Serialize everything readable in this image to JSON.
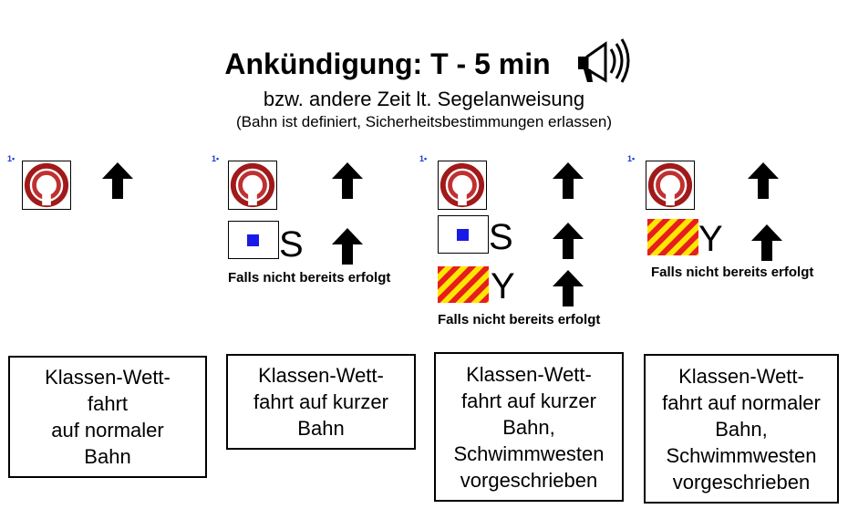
{
  "header": {
    "title": "Ankündigung:  T - 5 min",
    "subtitle": "bzw. andere Zeit lt. Segelanweisung",
    "note": "(Bahn ist definiert, Sicherheitsbestimmungen erlassen)",
    "horn_icon": "megaphone-icon"
  },
  "columns": [
    {
      "marker": "1•",
      "box": "Klassen-Wett-\nfahrt\nauf normaler\nBahn"
    },
    {
      "marker": "1•",
      "s_letter": "S",
      "note": "Falls nicht bereits erfolgt",
      "box": "Klassen-Wett-\nfahrt auf kurzer\nBahn"
    },
    {
      "marker": "1•",
      "s_letter": "S",
      "y_letter": "Y",
      "note": "Falls nicht bereits erfolgt",
      "box": "Klassen-Wett-\nfahrt auf kurzer\nBahn,\nSchwimmwesten\nvorgeschrieben"
    },
    {
      "marker": "1•",
      "y_letter": "Y",
      "note": "Falls nicht bereits erfolgt",
      "box": "Klassen-Wett-\nfahrt auf normaler\nBahn,\nSchwimmwesten\nvorgeschrieben"
    }
  ],
  "colors": {
    "class_flag_red": "#b01e1e",
    "s_flag_blue": "#1a1ae6",
    "y_flag_red": "#e61e1e",
    "y_flag_yellow": "#ffe600"
  }
}
